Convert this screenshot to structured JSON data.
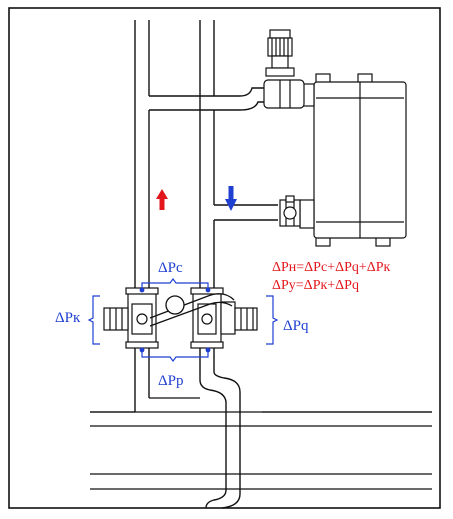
{
  "labels": {
    "dp_c": "ΔPc",
    "dp_k": "ΔPк",
    "dp_q": "ΔPq",
    "dp_p": "ΔPp"
  },
  "equations": {
    "line1": "ΔPн=ΔPc+ΔPq+ΔPк",
    "line2": "ΔPу=ΔPк+ΔPq"
  },
  "colors": {
    "line": "#111111",
    "blue": "#1f3fd0",
    "red": "#e3161c"
  },
  "icons": {
    "supply_arrow": "arrow-up-icon",
    "return_arrow": "arrow-down-icon"
  }
}
